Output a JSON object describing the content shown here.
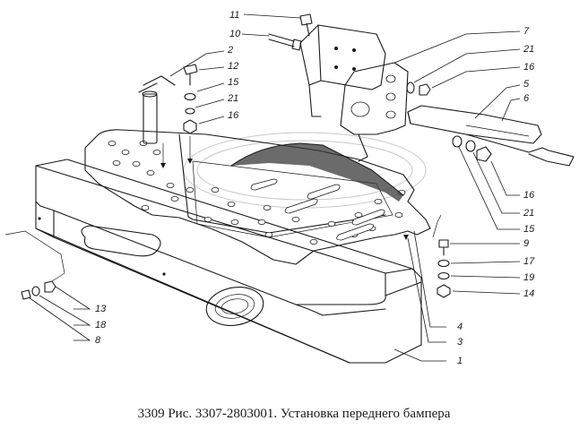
{
  "caption": "3309 Рис. 3307-2803001. Установка переднего бампера",
  "callouts": {
    "c11": "11",
    "c10": "10",
    "c2": "2",
    "c12": "12",
    "c15a": "15",
    "c21a": "21",
    "c16a": "16",
    "c7": "7",
    "c21b": "21",
    "c16b": "16",
    "c5": "5",
    "c6": "6",
    "c16c": "16",
    "c21c": "21",
    "c15b": "15",
    "c9": "9",
    "c17": "17",
    "c19": "19",
    "c14": "14",
    "c4": "4",
    "c3": "3",
    "c1": "1",
    "c13": "13",
    "c18": "18",
    "c8": "8"
  }
}
